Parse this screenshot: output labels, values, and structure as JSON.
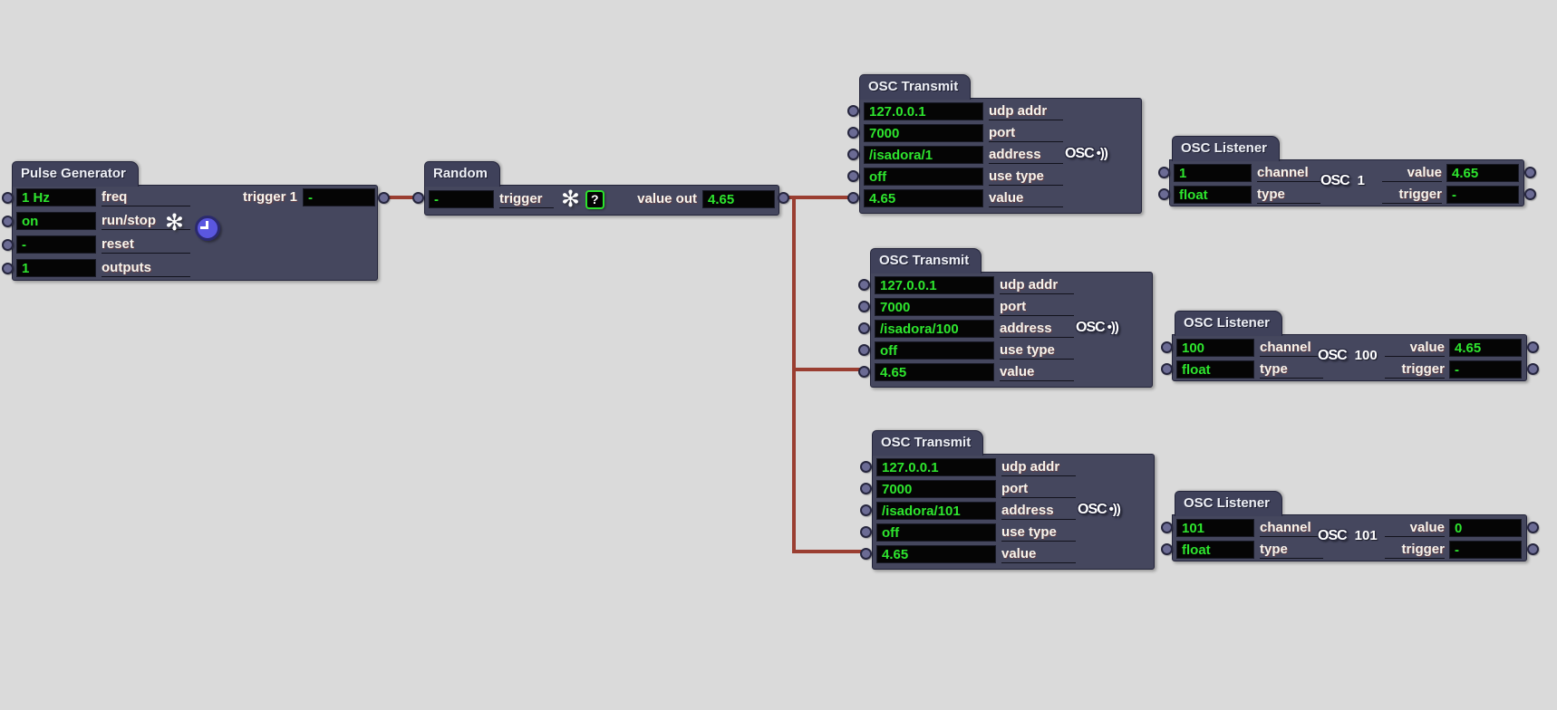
{
  "app": {
    "background": "#dadada"
  },
  "colors": {
    "node_body": "#45475e",
    "node_tab": "#3f415a",
    "value_text": "#2ee52e",
    "value_bg": "#050505",
    "wire": "#9a3e31",
    "label_text": "#f7f4ec",
    "port": "#6b6b94",
    "clock_icon_blue": "#5a57e0",
    "help_icon_border": "#2be32b"
  },
  "pulse_generator": {
    "title": "Pulse Generator",
    "params": [
      {
        "value": "1 Hz",
        "label": "freq"
      },
      {
        "value": "on",
        "label": "run/stop"
      },
      {
        "value": "-",
        "label": "reset"
      },
      {
        "value": "1",
        "label": "outputs"
      }
    ],
    "output": {
      "label": "trigger 1",
      "value": "-"
    },
    "icons": {
      "asterisk": "✻",
      "clock": "clock-icon"
    }
  },
  "random": {
    "title": "Random",
    "input": {
      "value": "-",
      "label": "trigger"
    },
    "output": {
      "label": "value out",
      "value": "4.65"
    },
    "icons": {
      "asterisk": "✻",
      "help": "?"
    }
  },
  "transmitters": [
    {
      "title": "OSC Transmit",
      "params": [
        {
          "value": "127.0.0.1",
          "label": "udp addr"
        },
        {
          "value": "7000",
          "label": "port"
        },
        {
          "value": "/isadora/1",
          "label": "address"
        },
        {
          "value": "off",
          "label": "use type"
        },
        {
          "value": "4.65",
          "label": "value"
        }
      ],
      "osc_icon": {
        "text": "OSC",
        "waves": "•))"
      }
    },
    {
      "title": "OSC Transmit",
      "params": [
        {
          "value": "127.0.0.1",
          "label": "udp addr"
        },
        {
          "value": "7000",
          "label": "port"
        },
        {
          "value": "/isadora/100",
          "label": "address"
        },
        {
          "value": "off",
          "label": "use type"
        },
        {
          "value": "4.65",
          "label": "value"
        }
      ],
      "osc_icon": {
        "text": "OSC",
        "waves": "•))"
      }
    },
    {
      "title": "OSC Transmit",
      "params": [
        {
          "value": "127.0.0.1",
          "label": "udp addr"
        },
        {
          "value": "7000",
          "label": "port"
        },
        {
          "value": "/isadora/101",
          "label": "address"
        },
        {
          "value": "off",
          "label": "use type"
        },
        {
          "value": "4.65",
          "label": "value"
        }
      ],
      "osc_icon": {
        "text": "OSC",
        "waves": "•))"
      }
    }
  ],
  "listeners": [
    {
      "title": "OSC Listener",
      "channel": {
        "value": "1",
        "label": "channel"
      },
      "type": {
        "value": "float",
        "label": "type"
      },
      "value": {
        "label": "value",
        "value": "4.65"
      },
      "trigger": {
        "label": "trigger",
        "value": "-"
      },
      "badge": {
        "osc": "OSC",
        "number": "1"
      }
    },
    {
      "title": "OSC Listener",
      "channel": {
        "value": "100",
        "label": "channel"
      },
      "type": {
        "value": "float",
        "label": "type"
      },
      "value": {
        "label": "value",
        "value": "4.65"
      },
      "trigger": {
        "label": "trigger",
        "value": "-"
      },
      "badge": {
        "osc": "OSC",
        "number": "100"
      }
    },
    {
      "title": "OSC Listener",
      "channel": {
        "value": "101",
        "label": "channel"
      },
      "type": {
        "value": "float",
        "label": "type"
      },
      "value": {
        "label": "value",
        "value": "0"
      },
      "trigger": {
        "label": "trigger",
        "value": "-"
      },
      "badge": {
        "osc": "OSC",
        "number": "101"
      }
    }
  ],
  "connections": [
    {
      "from": "Pulse Generator.trigger 1",
      "to": "Random.trigger"
    },
    {
      "from": "Random.value out",
      "to": "OSC Transmit 1.value"
    },
    {
      "from": "Random.value out",
      "to": "OSC Transmit 2.value"
    },
    {
      "from": "Random.value out",
      "to": "OSC Transmit 3.value"
    }
  ]
}
